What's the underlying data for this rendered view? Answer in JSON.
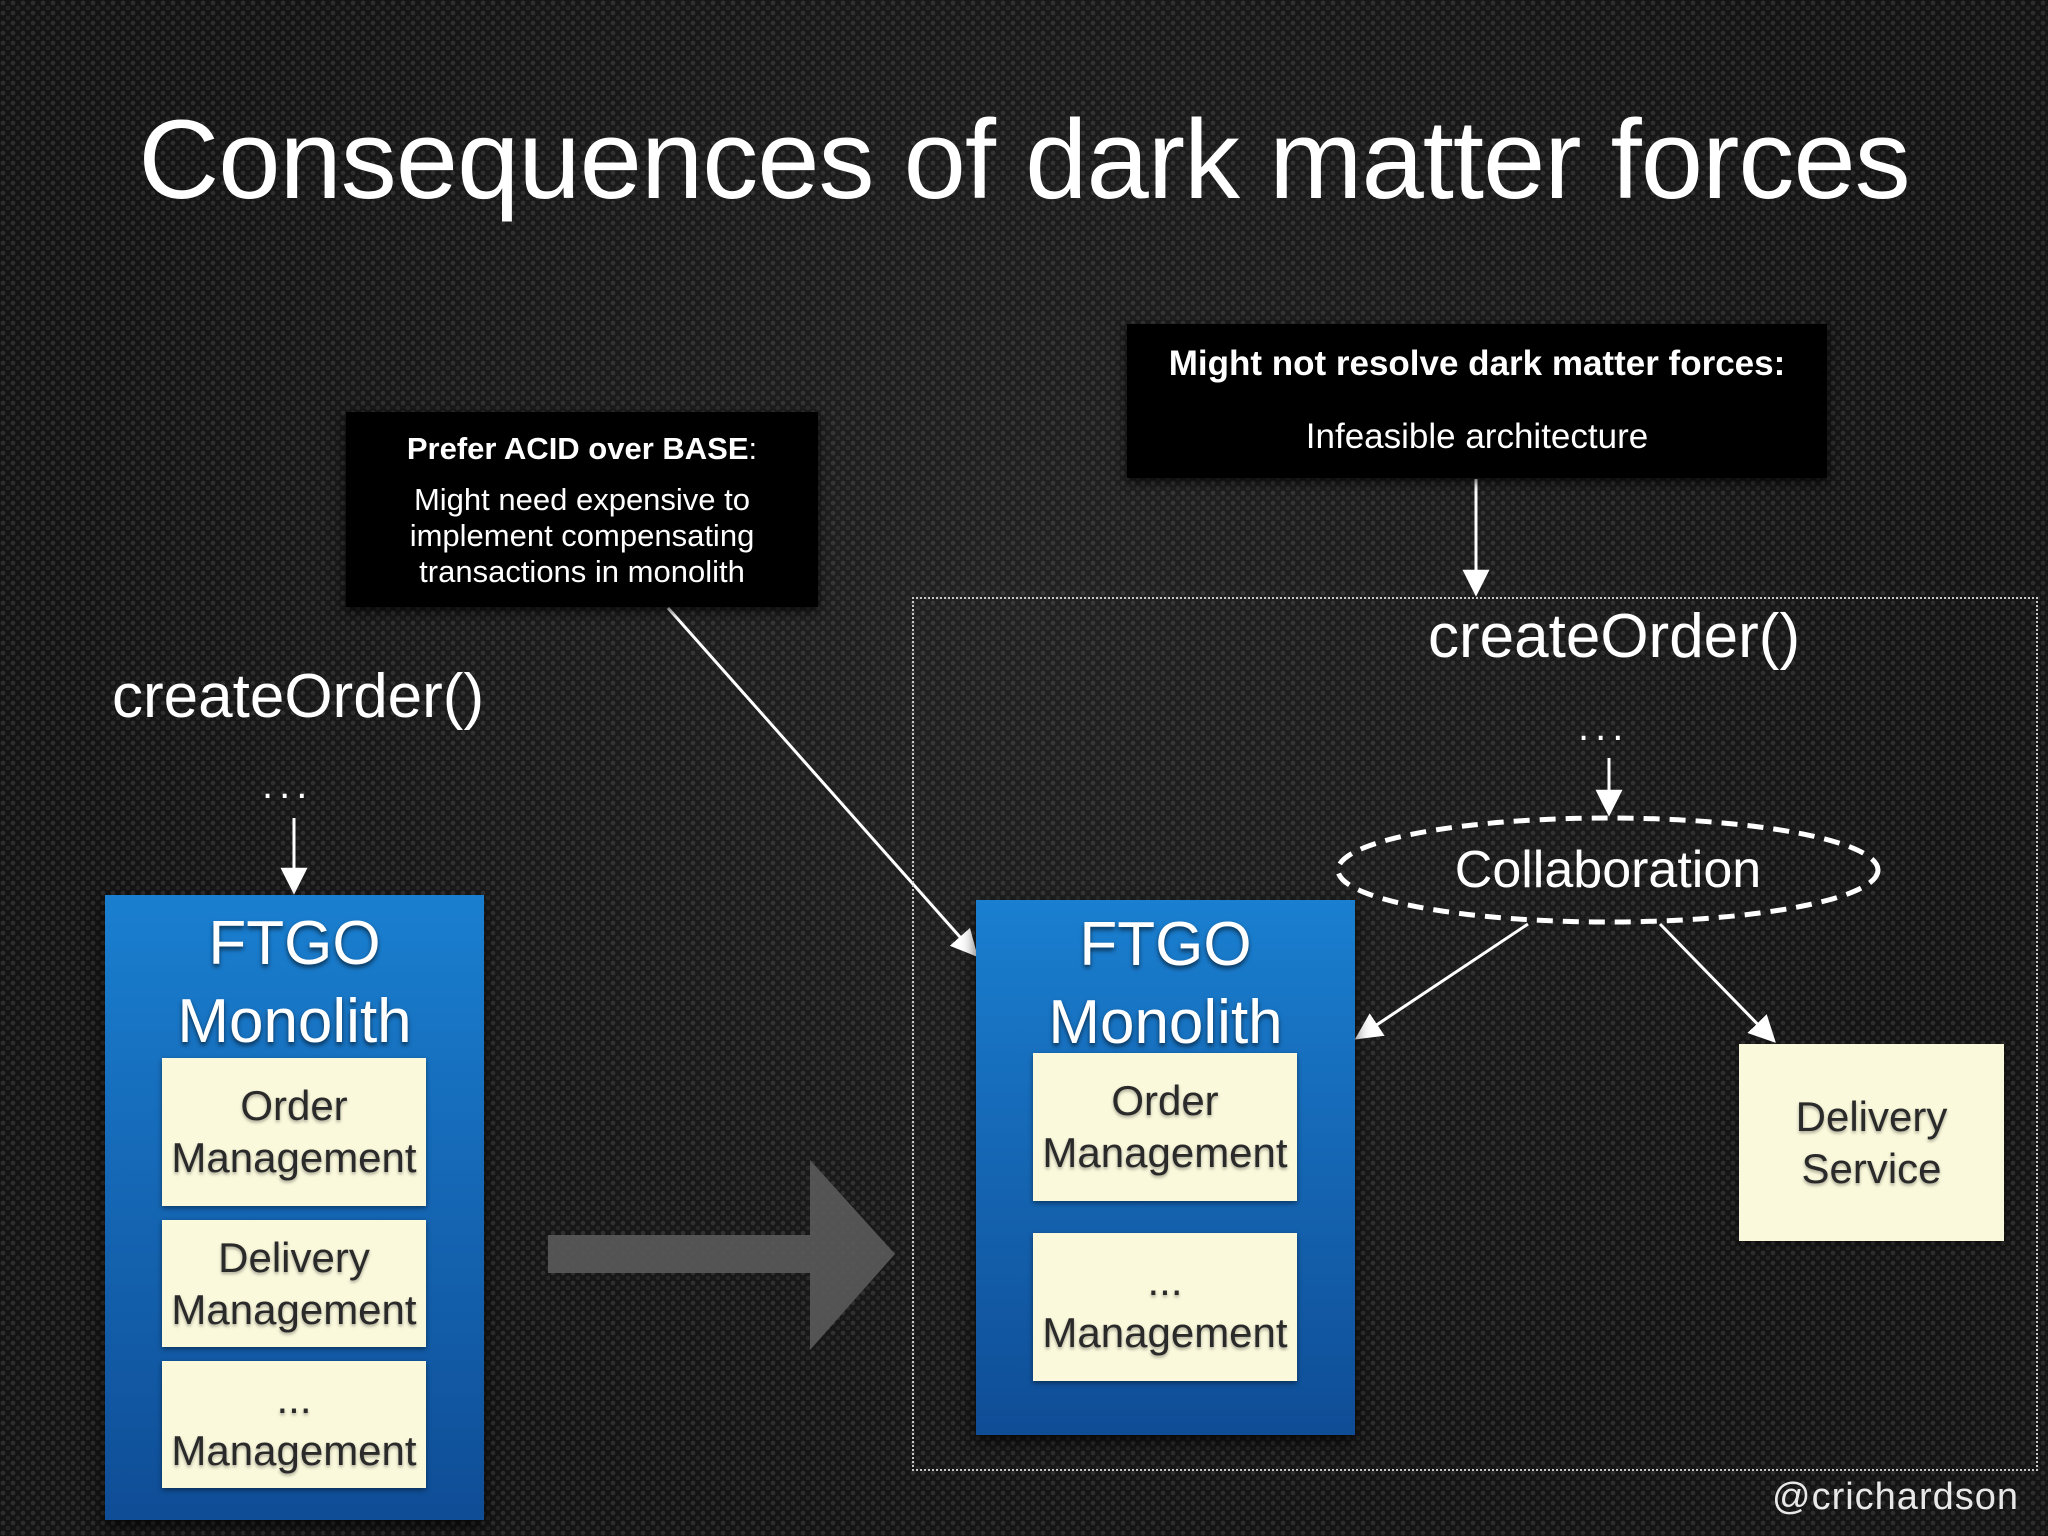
{
  "slide": {
    "title": "Consequences of dark matter forces",
    "handle": "@crichardson"
  },
  "callout_left": {
    "heading": "Prefer ACID over BASE",
    "heading_suffix": ":",
    "body_lines": [
      "Might need expensive to",
      "implement compensating",
      "transactions in monolith"
    ]
  },
  "callout_right": {
    "heading": "Might not resolve dark matter forces:",
    "body": "Infeasible architecture"
  },
  "left_side": {
    "method": "createOrder()",
    "ellipsis": "...",
    "monolith": {
      "title_line1": "FTGO",
      "title_line2": "Monolith",
      "modules": [
        {
          "line1": "Order",
          "line2": "Management"
        },
        {
          "line1": "Delivery",
          "line2": "Management"
        },
        {
          "line1": "...",
          "line2": "Management"
        }
      ]
    }
  },
  "right_side": {
    "method": "createOrder()",
    "ellipsis": "...",
    "collaboration": "Collaboration",
    "monolith": {
      "title_line1": "FTGO",
      "title_line2": "Monolith",
      "modules": [
        {
          "line1": "Order",
          "line2": "Management"
        },
        {
          "line1": "...",
          "line2": "Management"
        }
      ]
    },
    "service": {
      "line1": "Delivery",
      "line2": "Service"
    }
  },
  "colors": {
    "monolith_blue": "#1463b0",
    "module_fill": "#fbf9dc",
    "callout_bg": "#000000",
    "arrow_gray": "#5a5a5a"
  }
}
